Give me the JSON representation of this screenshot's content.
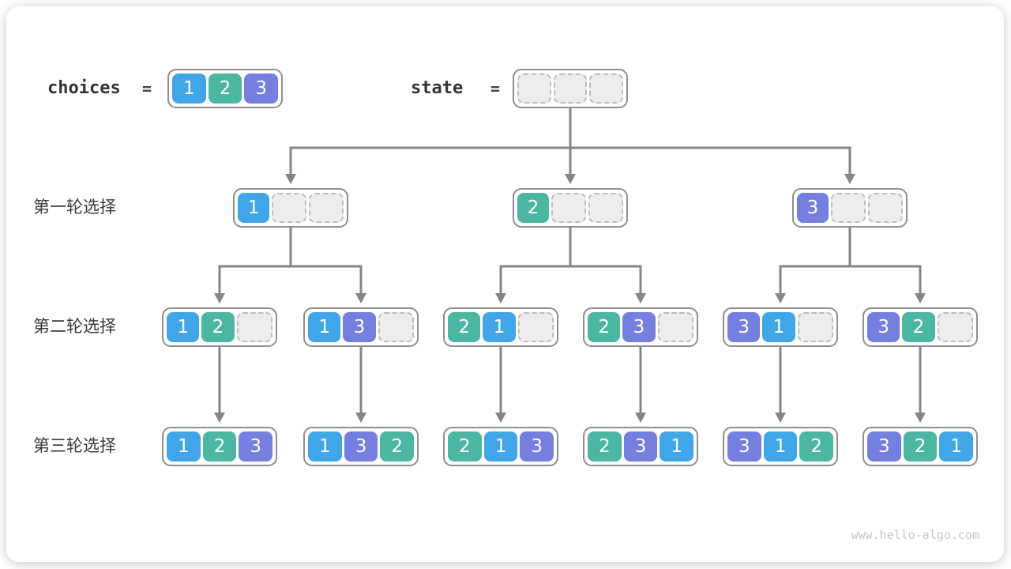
{
  "header": {
    "choices_label": "choices",
    "equals_sign": "=",
    "state_label": "state",
    "choices_values": [
      "1",
      "2",
      "3"
    ],
    "state_values": [
      null,
      null,
      null
    ]
  },
  "rows": [
    {
      "label": "第一轮选择",
      "boxes": [
        [
          "1",
          null,
          null
        ],
        [
          "2",
          null,
          null
        ],
        [
          "3",
          null,
          null
        ]
      ]
    },
    {
      "label": "第二轮选择",
      "boxes": [
        [
          "1",
          "2",
          null
        ],
        [
          "1",
          "3",
          null
        ],
        [
          "2",
          "1",
          null
        ],
        [
          "2",
          "3",
          null
        ],
        [
          "3",
          "1",
          null
        ],
        [
          "3",
          "2",
          null
        ]
      ]
    },
    {
      "label": "第三轮选择",
      "boxes": [
        [
          "1",
          "2",
          "3"
        ],
        [
          "1",
          "3",
          "2"
        ],
        [
          "2",
          "1",
          "3"
        ],
        [
          "2",
          "3",
          "1"
        ],
        [
          "3",
          "1",
          "2"
        ],
        [
          "3",
          "2",
          "1"
        ]
      ]
    }
  ],
  "colors": {
    "value_1": "#41a6e8",
    "value_2": "#4bb7a2",
    "value_3": "#757fdf",
    "empty_cell": "#ededed",
    "box_border": "#8f8f8f",
    "arrow": "#858585"
  },
  "watermark": "www.hello-algo.com"
}
